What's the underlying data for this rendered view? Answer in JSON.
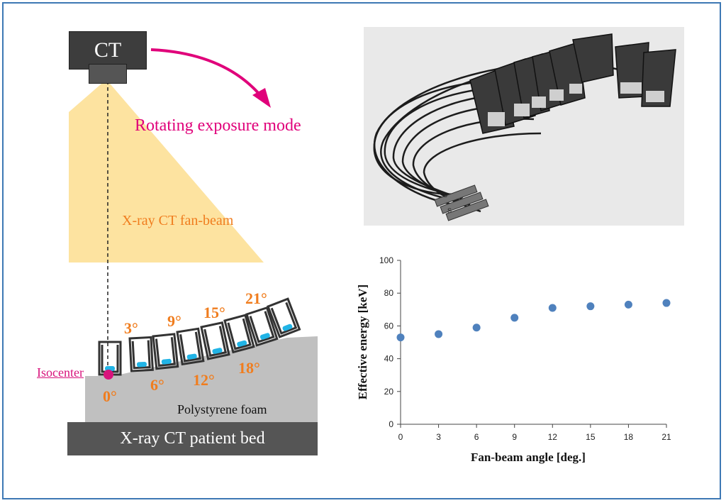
{
  "diagram": {
    "ct_label": "CT",
    "mode_label": "Rotating exposure mode",
    "beam_label": "X-ray CT fan-beam",
    "isocenter_label": "Isocenter",
    "foam_label": "Polystyrene foam",
    "bed_label": "X-ray CT patient bed",
    "angle_labels": [
      "0°",
      "3°",
      "6°",
      "9°",
      "12°",
      "15°",
      "18°",
      "21°"
    ],
    "colors": {
      "beam": "#fde3a0",
      "mode": "#e0007a",
      "angle": "#f07d1e",
      "isocenter": "#d8137c",
      "sensor": "#21b4e6",
      "foam": "#c0c0c0",
      "bed": "#555555",
      "ct": "#3d3d3d"
    }
  },
  "photo": {
    "plug_labels": [
      "S",
      "S"
    ]
  },
  "chart_data": {
    "type": "scatter",
    "x": [
      0,
      3,
      6,
      9,
      12,
      15,
      18,
      21
    ],
    "y": [
      53,
      55,
      59,
      65,
      71,
      72,
      73,
      74
    ],
    "xlabel": "Fan-beam angle [deg.]",
    "ylabel": "Effective energy [keV]",
    "xlim": [
      0,
      21
    ],
    "ylim": [
      0,
      100
    ],
    "xticks": [
      0,
      3,
      6,
      9,
      12,
      15,
      18,
      21
    ],
    "yticks": [
      0,
      20,
      40,
      60,
      80,
      100
    ],
    "grid": false,
    "marker_color": "#4f81bd"
  }
}
